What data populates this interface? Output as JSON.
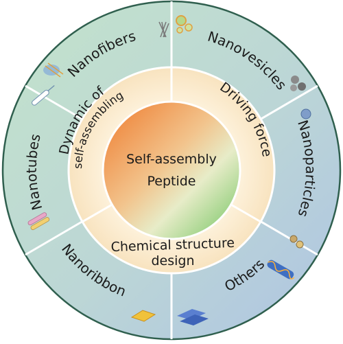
{
  "center": {
    "line1": "Self-assembly",
    "line2": "Peptide"
  },
  "middle_ring": {
    "dynamic_line1": "Dynamic of",
    "dynamic_line2": "self-assembling",
    "driving_force": "Driving force",
    "chemical_line1": "Chemical structure",
    "chemical_line2": "design"
  },
  "outer_ring": {
    "nanofibers": "Nanofibers",
    "nanovesicles": "Nanovesicles",
    "nanoparticles": "Nanoparticles",
    "others": "Others",
    "nanoribbon": "Nanoribbon",
    "nanotubes": "Nanotubes"
  },
  "colors": {
    "outer_green": "#b9ddc2",
    "outer_blue": "#b8cce4",
    "middle_cream": "#fbeac9",
    "center_orange": "#f08a3c",
    "center_green": "#7cc66a",
    "divider": "#ffffff",
    "border": "#3d6b5a"
  },
  "icons": {
    "nanofibers": "nanofiber-strands-icon",
    "nanovesicles": "vesicle-cluster-icon",
    "nanoparticles": "particle-sphere-icon",
    "others": "helix-structure-icon",
    "nanoribbon": "ribbon-icon",
    "nanotubes": "tube-bundle-icon"
  }
}
